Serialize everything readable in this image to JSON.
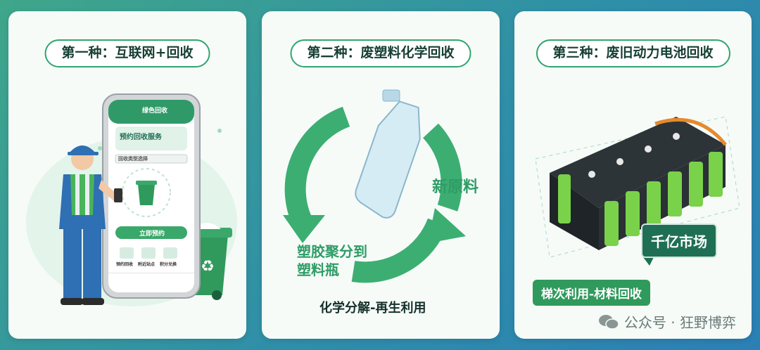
{
  "panels": [
    {
      "title": "第一种：互联网+回收",
      "phone": {
        "header": "绿色回收",
        "banner": "预约回收服务",
        "field": "回收类型选择",
        "button": "立即预约",
        "icons": [
          "预约回收",
          "附近站点",
          "积分兑换"
        ]
      }
    },
    {
      "title": "第二种：废塑料化学回收",
      "label_right": "新原料",
      "label_left_line1": "塑胶聚分到",
      "label_left_line2": "塑料瓶",
      "caption": "化学分解-再生利用"
    },
    {
      "title": "第三种：废旧动力电池回收",
      "bubble": "千亿市场",
      "tag": "梯次利用-材料回收"
    }
  ],
  "watermark": "公众号 · 狂野博弈",
  "colors": {
    "green": "#2fa56e",
    "dark_green": "#1f6f55",
    "battery_green": "#7ad14a"
  }
}
